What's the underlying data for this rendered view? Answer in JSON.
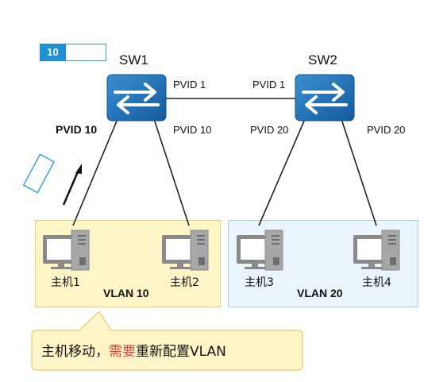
{
  "tag": {
    "number": "10"
  },
  "switches": [
    {
      "name": "SW1"
    },
    {
      "name": "SW2"
    }
  ],
  "ports": {
    "sw1_right": "PVID 1",
    "sw2_left": "PVID 1",
    "sw1_down_left": "PVID 10",
    "sw1_down_right": "PVID 10",
    "sw2_down_left": "PVID 20",
    "sw2_down_right": "PVID 20"
  },
  "hosts": [
    {
      "label": "主机1"
    },
    {
      "label": "主机2"
    },
    {
      "label": "主机3"
    },
    {
      "label": "主机4"
    }
  ],
  "vlans": [
    {
      "name": "VLAN 10",
      "color": "#fdf5c7"
    },
    {
      "name": "VLAN 20",
      "color": "#eaf5fb"
    }
  ],
  "callout": {
    "prefix": "主机移动，",
    "highlight": "需要",
    "suffix": "重新配置VLAN",
    "highlight_color": "#e8403a"
  },
  "colors": {
    "switch": "#1c6fb6",
    "tag": "#1e90d4"
  }
}
